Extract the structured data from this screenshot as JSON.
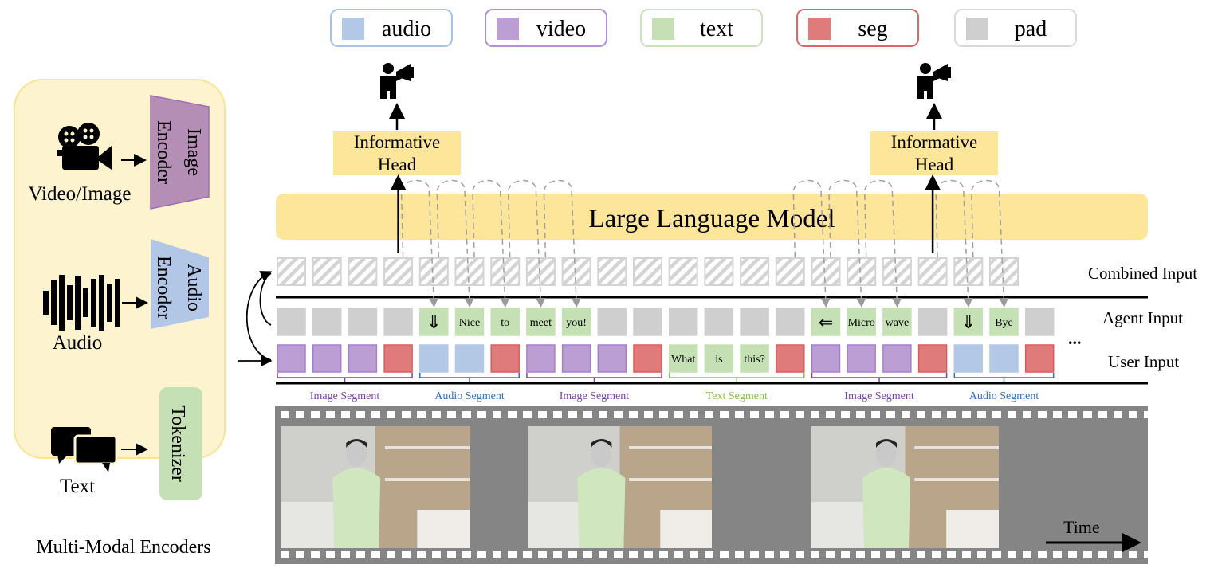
{
  "legend": [
    {
      "label": "audio",
      "color": "#b3c7e6",
      "border": "#a9c2e8"
    },
    {
      "label": "video",
      "color": "#bb9fd4",
      "border": "#b48ed6"
    },
    {
      "label": "text",
      "color": "#c5e0b4",
      "border": "#c8e3b5"
    },
    {
      "label": "seg",
      "color": "#e07b7b",
      "border": "#e06666"
    },
    {
      "label": "pad",
      "color": "#d0cfcf",
      "border": "#d9d9d9"
    }
  ],
  "encoders": {
    "title": "Multi-Modal Encoders",
    "inputs": [
      {
        "label": "Video/Image",
        "icon": "video-camera-icon",
        "encoder": [
          "Image",
          "Encoder"
        ]
      },
      {
        "label": "Audio",
        "icon": "audio-waveform-icon",
        "encoder": [
          "Audio",
          "Encoder"
        ]
      },
      {
        "label": "Text",
        "icon": "chat-bubbles-icon",
        "encoder": [
          "Tokenizer"
        ]
      }
    ]
  },
  "llm": {
    "label": "Large Language Model"
  },
  "heads": [
    {
      "line1": "Informative",
      "line2": "Head"
    },
    {
      "line1": "Informative",
      "line2": "Head"
    }
  ],
  "rows": {
    "combined_label": "Combined Input",
    "agent_label": "Agent Input",
    "user_label": "User Input",
    "ellipsis": "..."
  },
  "agent_tokens": [
    {
      "type": "pad",
      "text": ""
    },
    {
      "type": "pad",
      "text": ""
    },
    {
      "type": "pad",
      "text": ""
    },
    {
      "type": "pad",
      "text": ""
    },
    {
      "type": "text",
      "text": "⇓"
    },
    {
      "type": "text",
      "text": "Nice"
    },
    {
      "type": "text",
      "text": "to"
    },
    {
      "type": "text",
      "text": "meet"
    },
    {
      "type": "text",
      "text": "you!"
    },
    {
      "type": "pad",
      "text": ""
    },
    {
      "type": "pad",
      "text": ""
    },
    {
      "type": "pad",
      "text": ""
    },
    {
      "type": "pad",
      "text": ""
    },
    {
      "type": "pad",
      "text": ""
    },
    {
      "type": "pad",
      "text": ""
    },
    {
      "type": "text",
      "text": "⇐"
    },
    {
      "type": "text",
      "text": "Micro"
    },
    {
      "type": "text",
      "text": "wave"
    },
    {
      "type": "pad",
      "text": ""
    },
    {
      "type": "text",
      "text": "⇓"
    },
    {
      "type": "text",
      "text": "Bye"
    },
    {
      "type": "pad",
      "text": ""
    }
  ],
  "user_tokens": [
    {
      "type": "video",
      "text": ""
    },
    {
      "type": "video",
      "text": ""
    },
    {
      "type": "video",
      "text": ""
    },
    {
      "type": "seg",
      "text": ""
    },
    {
      "type": "audio",
      "text": ""
    },
    {
      "type": "audio",
      "text": ""
    },
    {
      "type": "seg",
      "text": ""
    },
    {
      "type": "video",
      "text": ""
    },
    {
      "type": "video",
      "text": ""
    },
    {
      "type": "video",
      "text": ""
    },
    {
      "type": "seg",
      "text": ""
    },
    {
      "type": "text",
      "text": "What"
    },
    {
      "type": "text",
      "text": "is"
    },
    {
      "type": "text",
      "text": "this?"
    },
    {
      "type": "seg",
      "text": ""
    },
    {
      "type": "video",
      "text": ""
    },
    {
      "type": "video",
      "text": ""
    },
    {
      "type": "video",
      "text": ""
    },
    {
      "type": "seg",
      "text": ""
    },
    {
      "type": "audio",
      "text": ""
    },
    {
      "type": "audio",
      "text": ""
    },
    {
      "type": "seg",
      "text": ""
    }
  ],
  "segments": [
    {
      "label": "Image Segment",
      "start": 0,
      "end": 3,
      "color": "#7e3fb0"
    },
    {
      "label": "Audio Segment",
      "start": 4,
      "end": 6,
      "color": "#2f6fc7"
    },
    {
      "label": "Image Segment",
      "start": 7,
      "end": 10,
      "color": "#7e3fb0"
    },
    {
      "label": "Text Segment",
      "start": 11,
      "end": 14,
      "color": "#86c34a"
    },
    {
      "label": "Image Segment",
      "start": 15,
      "end": 18,
      "color": "#7e3fb0"
    },
    {
      "label": "Audio Segment",
      "start": 19,
      "end": 21,
      "color": "#2f6fc7"
    }
  ],
  "film": {
    "time_label": "Time",
    "frames": 3
  }
}
